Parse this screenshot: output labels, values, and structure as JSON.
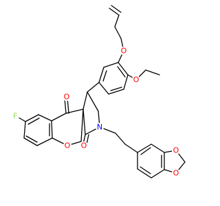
{
  "colors": {
    "background": "#ffffff",
    "bond": "#000000",
    "oxygen": "#ff0000",
    "nitrogen": "#0000ff",
    "fluorine": "#90e050"
  },
  "atoms": {
    "o_allyl_ether": "O",
    "o_ethoxy": "O",
    "o_ketone": "O",
    "f": "F",
    "o_pyran": "O",
    "n": "N",
    "o_lactam": "O",
    "o_dioxole_a": "O",
    "o_dioxole_b": "O"
  }
}
